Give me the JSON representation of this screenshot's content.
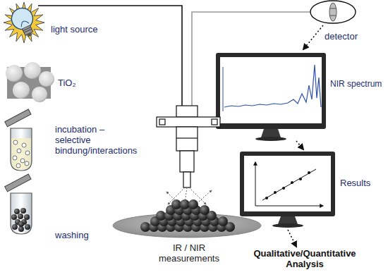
{
  "diagram": {
    "labels": [
      "light source",
      "detector",
      "TiO₂",
      "NIR spectrum",
      "incubation – selective bindung/interactions",
      "Results",
      "washing",
      "IR / NIR measurements",
      "Qualitative/Quantitative Analysis"
    ]
  }
}
